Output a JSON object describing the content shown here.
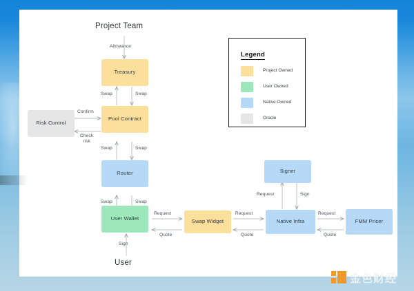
{
  "watermark": {
    "text": "金色财经",
    "logo_color": "#f0982a"
  },
  "canvas": {
    "background": "beach-photo"
  },
  "legend": {
    "title": "Legend",
    "items": [
      {
        "label": "Project Owned",
        "color": "#fbdf9b"
      },
      {
        "label": "User Owned",
        "color": "#9ce8bb"
      },
      {
        "label": "Native Owned",
        "color": "#b5d9f6"
      },
      {
        "label": "Oracle",
        "color": "#e6e6e6"
      }
    ]
  },
  "actors": {
    "project_team": "Project Team",
    "user": "User"
  },
  "nodes": {
    "treasury": "Treasury",
    "pool_contract": "Pool Contract",
    "risk_control": "Risk Control",
    "router": "Router",
    "user_wallet": "User Wallet",
    "swap_widget": "Swap Widget",
    "native_infra": "Native Infra",
    "signer": "Signer",
    "fmm_pricer": "FMM Pricer"
  },
  "edges": {
    "allowance": "Allowance",
    "treasury_swap_l": "Swap",
    "treasury_swap_r": "Swap",
    "confirm": "Confirm",
    "check_risk": "Check\nrisk",
    "pool_swap_l": "Swap",
    "pool_swap_r": "Swap",
    "router_swap_l": "Swap",
    "router_swap_r": "Swap",
    "sign_user": "Sign",
    "wallet_request": "Request",
    "wallet_quote": "Quote",
    "widget_request": "Request",
    "widget_quote": "Quote",
    "signer_request": "Request",
    "signer_sign": "Sign",
    "pricer_request": "Request",
    "pricer_quote": "Quote"
  }
}
